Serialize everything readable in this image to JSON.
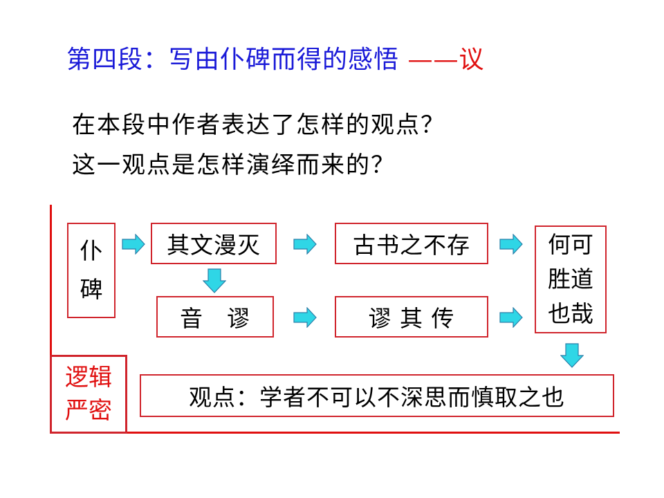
{
  "title": {
    "main": "第四段：写由仆碑而得的感悟",
    "dash": "——议"
  },
  "questions": [
    "在本段中作者表达了怎样的观点？",
    "这一观点是怎样演绎而来的？"
  ],
  "diagram": {
    "pu_bei": [
      "仆",
      "碑"
    ],
    "qi_wen": "其文漫灭",
    "gu_shu": "古书之不存",
    "yin_miu": "音　谬",
    "miu_qi": "谬 其 传",
    "he_ke": [
      "何可",
      "胜道",
      "也哉"
    ],
    "logic": [
      "逻辑",
      "严密"
    ],
    "viewpoint": "观点：学者不可以不深思而慎取之也"
  },
  "colors": {
    "title_blue": "#1a1ad8",
    "accent_red": "#e01010",
    "box_border": "#d0242c",
    "arrow_fill": "#2fd6e6",
    "arrow_stroke": "#2a7ea8"
  },
  "icons": {
    "arrow_right": "block-arrow-right-icon",
    "arrow_down": "block-arrow-down-icon"
  }
}
